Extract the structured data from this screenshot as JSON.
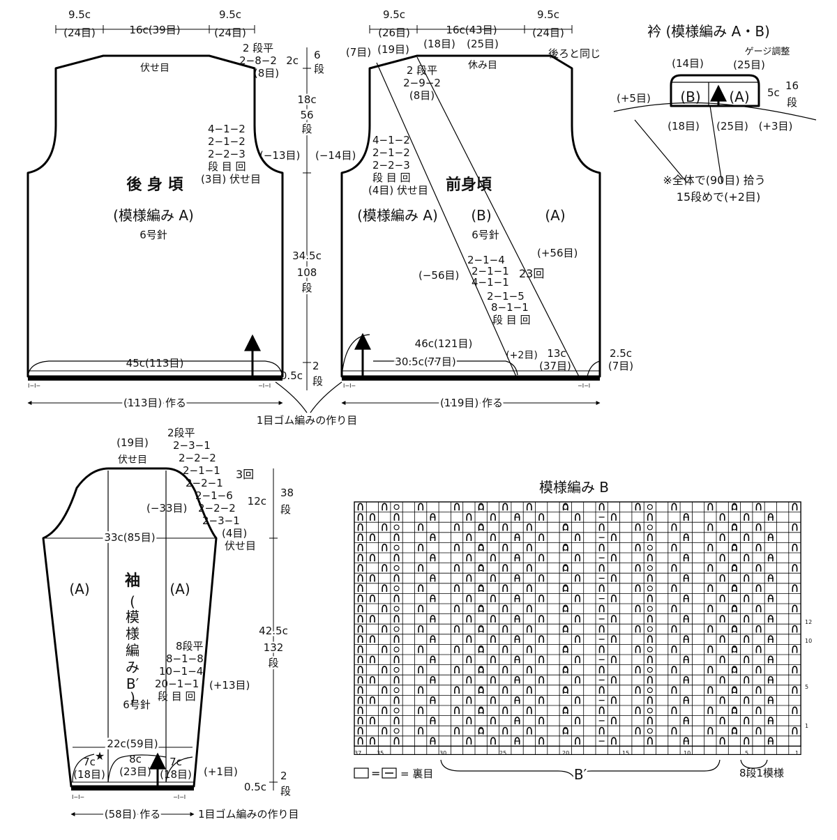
{
  "back": {
    "title": "後 身 頃",
    "pattern": "(模様編み A)",
    "needle": "6号針",
    "top_bind": "伏せ目",
    "w_left": "9.5c",
    "w_left_sts": "(24目)",
    "w_mid": "16c(39目)",
    "w_right": "9.5c",
    "w_right_sts": "(24目)",
    "shoulder": [
      "2 段平",
      "2−8−2",
      "(8目)"
    ],
    "armhole": [
      "4−1−2",
      "2−1−2",
      "2−2−3",
      "段 目 回",
      "(3目) 伏せ目"
    ],
    "dec_a": "(−13目)",
    "dec_b": "(−14目)",
    "width": "45c(113目)",
    "cast": "(113目) 作る"
  },
  "center_dims": {
    "d1": "2c",
    "d1s": "6",
    "d1u": "段",
    "d2": "18c",
    "d2s": "56",
    "d2u": "段",
    "d3": "34.5c",
    "d3s": "108",
    "d3u": "段",
    "d4": "0.5c",
    "d4s": "2",
    "d4u": "段",
    "rib_note": "1目ゴム編みの作り目"
  },
  "front": {
    "title": "前身頃",
    "pattern_a": "(模様編み A)",
    "pattern_b": "(B)",
    "pattern_c": "(A)",
    "needle": "6号針",
    "w_left": "9.5c",
    "w_left_sts": "(26目)",
    "w_mid": "16c(43目)",
    "w_right": "9.5c",
    "w_right_sts": "(24目)",
    "top_labels": [
      "(7目)",
      "(19目)",
      "(18目)",
      "(25目)"
    ],
    "same_as_back": "後ろと同じ",
    "rest": "休み目",
    "shoulder": [
      "2 段平",
      "2−9−2",
      "(8目)"
    ],
    "armhole": [
      "4−1−2",
      "2−1−2",
      "2−2−3",
      "段 目 回",
      "(4目) 伏せ目"
    ],
    "inc_right": "(+56目)",
    "dec_left": "(−56目)",
    "diag_a": [
      "2−1−4",
      "2−1−1",
      "4−1−1"
    ],
    "diag_rep": "23回",
    "diag_b": [
      "2−1−5",
      "8−1−1",
      "段 目 回"
    ],
    "w_total": "46c(121目)",
    "w_a": "30.5c(77目)",
    "w_inc": "(+2目)",
    "w_b": "13c",
    "w_b_sts": "(37目)",
    "w_c": "2.5c",
    "w_c_sts": "(7目)",
    "cast": "(119目) 作る"
  },
  "collar": {
    "title": "衿 (模様編み A・B)",
    "gauge": "ゲージ調整",
    "top": "(14目)",
    "top2": "(25目)",
    "b": "(B)",
    "a": "(A)",
    "left_inc": "(+5目)",
    "bottom_l": "(18目)",
    "bottom_m": "(25目)",
    "bottom_r": "(+3目)",
    "h": "5c",
    "hs": "16",
    "hu": "段",
    "note1": "※全体で(90目) 拾う",
    "note2": "15段めで(+2目)"
  },
  "sleeve": {
    "title": "袖",
    "pattern_v": [
      "(",
      "模",
      "様",
      "編",
      "み",
      "B′",
      ")"
    ],
    "side_a": "(A)",
    "side_b": "(A)",
    "needle": "6号針",
    "top_sts": "(19目)",
    "top_bind": "伏せ目",
    "cap": [
      "2段平",
      "2−3−1",
      "2−2−2",
      "2−1−1",
      "2−2−1",
      "2−1−6",
      "2−2−2",
      "2−3−1",
      "(4目)",
      "伏せ目"
    ],
    "cap_rep": "3回",
    "cap_dec": "(−33目)",
    "width": "33c(85目)",
    "h_cap": "12c",
    "h_cap_s": "38",
    "h_cap_u": "段",
    "h_body": "42.5c",
    "h_body_s": "132",
    "h_body_u": "段",
    "h_rib": "0.5c",
    "h_rib_s": "2",
    "h_rib_u": "段",
    "inc": [
      "8段平",
      "8−1−8",
      "10−1−4",
      "20−1−1",
      "段 目 回"
    ],
    "inc_total": "(+13目)",
    "cuff": "22c(59目)",
    "cuff_l": "7c",
    "cuff_l_s": "(18目)",
    "cuff_m": "8c",
    "cuff_m_s": "(23目)",
    "cuff_r": "7c",
    "cuff_r_s": "(18目)",
    "cuff_inc": "(+1目)",
    "cast": "(58目) 作る",
    "rib_note": "1目ゴム編みの作り目"
  },
  "chart": {
    "title": "模様編み B",
    "legend": "= 裏目",
    "b_prime": "B′",
    "repeat": "8段1模様",
    "col_labels": [
      "37",
      "35",
      "30",
      "25",
      "20",
      "15",
      "10",
      "5",
      "1"
    ],
    "row_labels": [
      "1",
      "5",
      "10",
      "12"
    ]
  }
}
